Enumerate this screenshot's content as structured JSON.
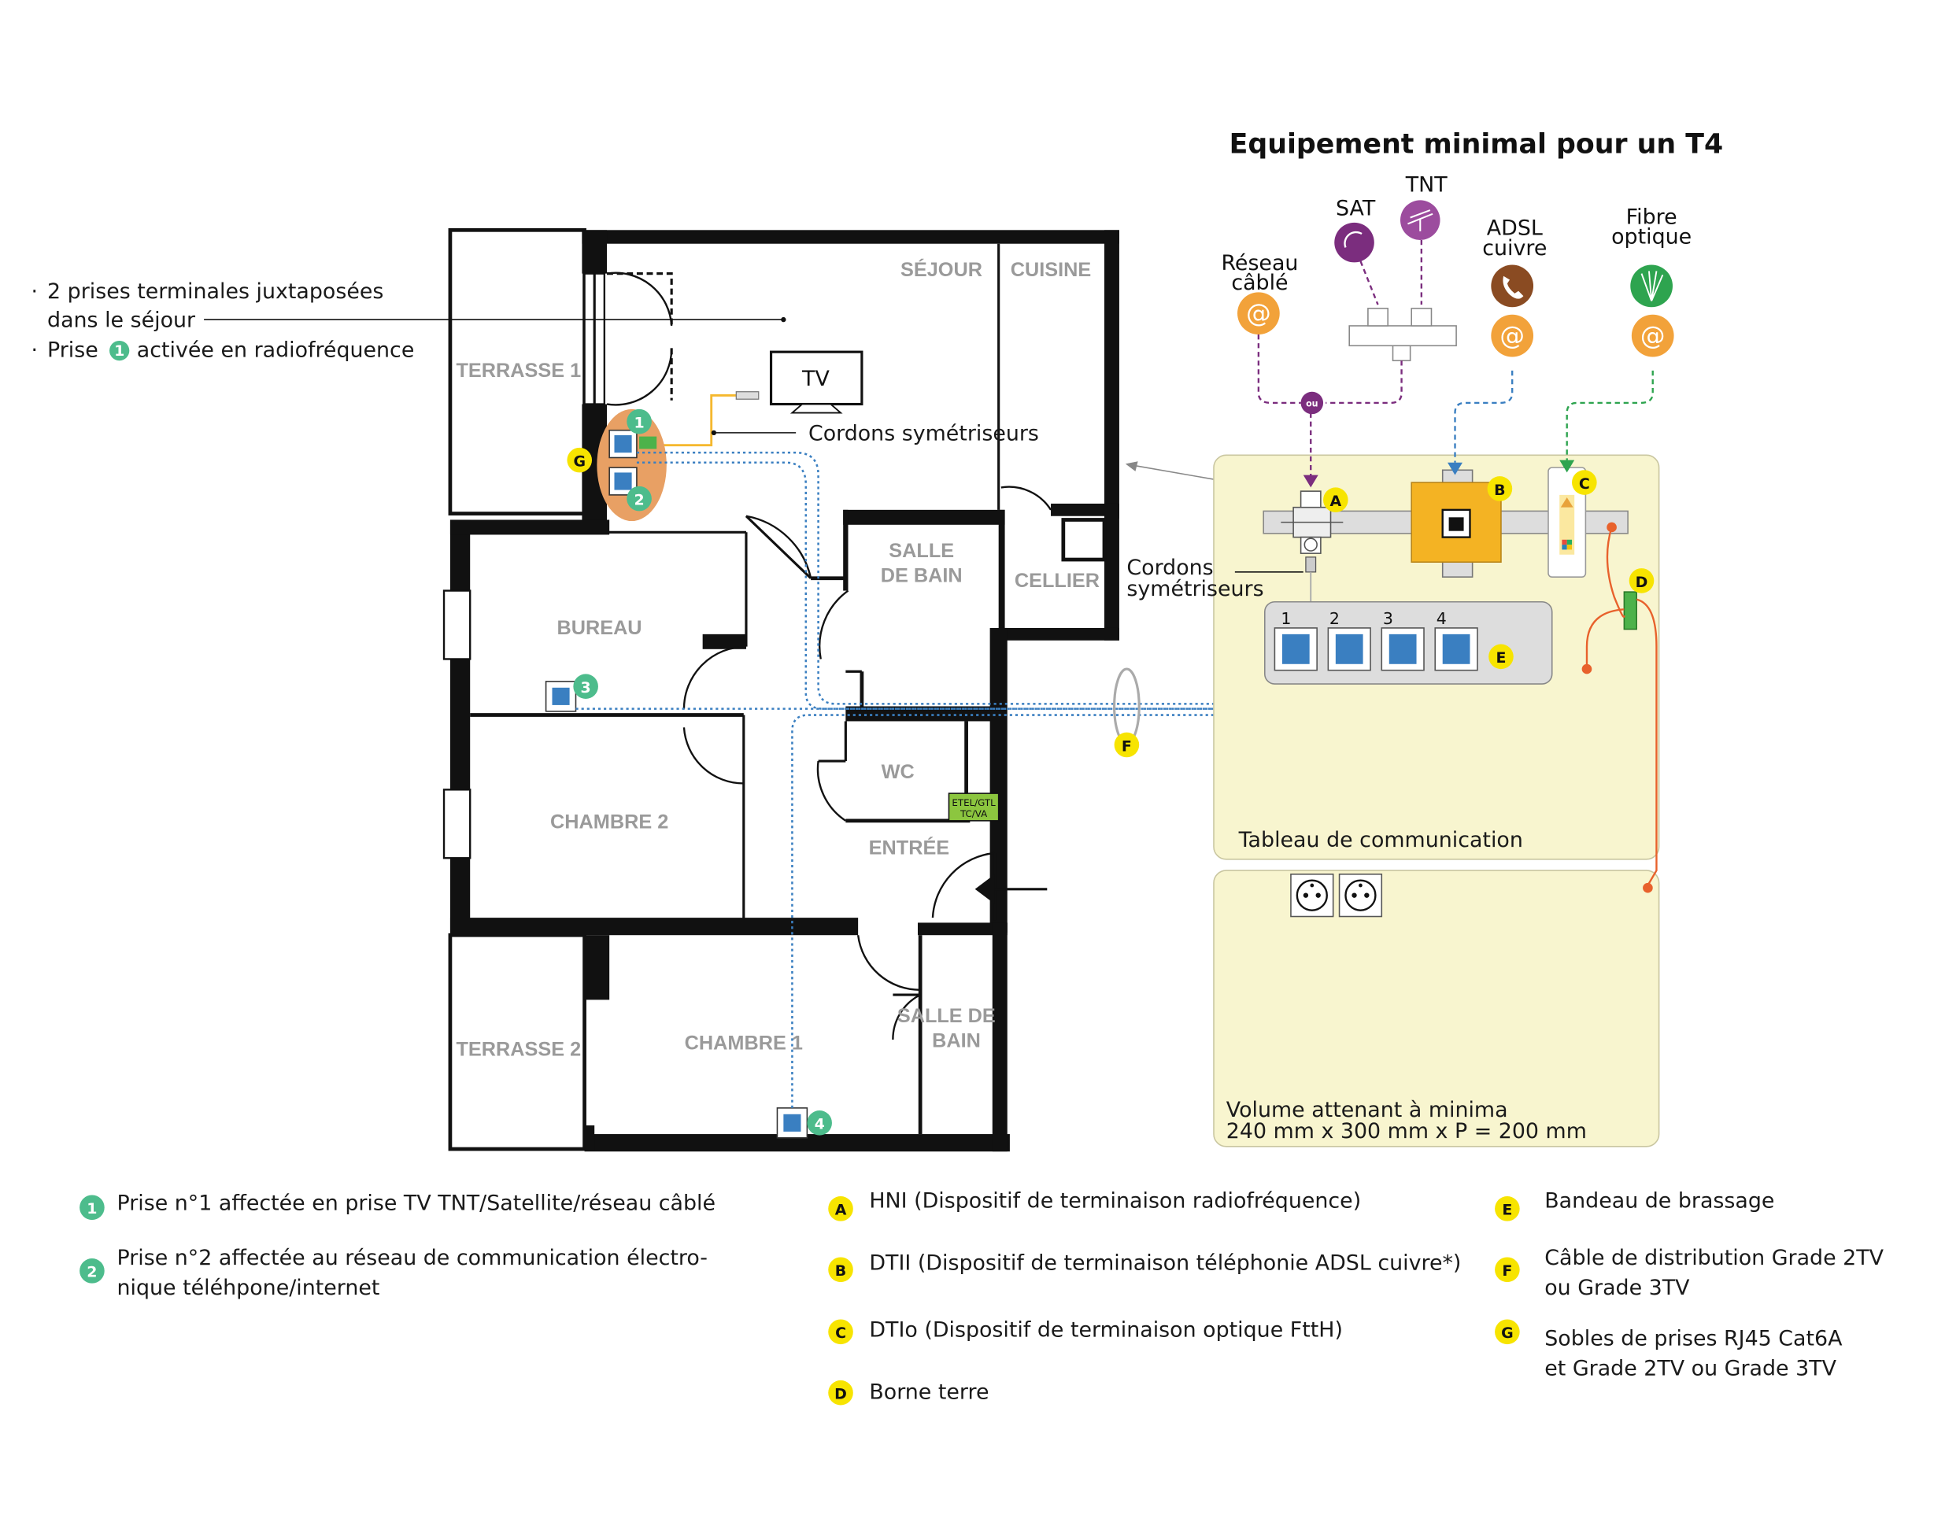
{
  "title": "Equipement minimal pour un T4",
  "rooms": {
    "sejour": "SÉJOUR",
    "cuisine": "CUISINE",
    "terrasse1": "TERRASSE 1",
    "salle_de_bain1_l1": "SALLE",
    "salle_de_bain1_l2": "DE BAIN",
    "cellier": "CELLIER",
    "bureau": "BUREAU",
    "chambre2": "CHAMBRE 2",
    "wc": "WC",
    "entree": "ENTRÉE",
    "terrasse2": "TERRASSE 2",
    "chambre1": "CHAMBRE 1",
    "salle_de_bain2_l1": "SALLE DE",
    "salle_de_bain2_l2": "BAIN",
    "etel_l1": "ETEL/GTL",
    "etel_l2": "TC/VA"
  },
  "notes": {
    "line1": "2 prises terminales juxtaposées",
    "line2": "dans le séjour",
    "line3_pre": "Prise",
    "line3_num": "1",
    "line3_post": "activée en radiofréquence"
  },
  "labels": {
    "tv": "TV",
    "cordons1": "Cordons symétriseurs",
    "cordons2_l1": "Cordons",
    "cordons2_l2": "symétriseurs",
    "tableau": "Tableau de communication",
    "volume_l1": "Volume attenant à minima",
    "volume_l2": "240 mm x 300 mm x P = 200 mm",
    "ou": "ou"
  },
  "sources": {
    "reseau_l1": "Réseau",
    "reseau_l2": "câblé",
    "sat": "SAT",
    "tnt": "TNT",
    "adsl_l1": "ADSL",
    "adsl_l2": "cuivre",
    "fibre_l1": "Fibre",
    "fibre_l2": "optique",
    "at": "@"
  },
  "ports": [
    "1",
    "2",
    "3",
    "4"
  ],
  "outlets": [
    "1",
    "2",
    "3",
    "4"
  ],
  "letters": {
    "A": "A",
    "B": "B",
    "C": "C",
    "D": "D",
    "E": "E",
    "F": "F",
    "G": "G"
  },
  "legend": {
    "left": [
      {
        "badge": "1",
        "l1": "Prise n°1 affectée en prise TV TNT/Satellite/réseau câblé",
        "l2": ""
      },
      {
        "badge": "2",
        "l1": "Prise n°2 affectée au réseau de communication électro-",
        "l2": "nique téléhpone/internet"
      }
    ],
    "middle": [
      {
        "badge": "A",
        "l1": "HNI (Dispositif de terminaison radiofréquence)"
      },
      {
        "badge": "B",
        "l1": "DTII (Dispositif de terminaison téléphonie ADSL cuivre*)"
      },
      {
        "badge": "C",
        "l1": "DTIo (Dispositif de terminaison optique FttH)"
      },
      {
        "badge": "D",
        "l1": "Borne terre"
      }
    ],
    "right": [
      {
        "badge": "E",
        "l1": "Bandeau de brassage",
        "l2": ""
      },
      {
        "badge": "F",
        "l1": "Câble de distribution Grade 2TV",
        "l2": "ou Grade 3TV"
      },
      {
        "badge": "G",
        "l1": "Sobles de prises RJ45 Cat6A",
        "l2": "et Grade 2TV ou Grade 3TV"
      }
    ]
  },
  "colors": {
    "wall": "#111111",
    "panel": "#f8f5cf",
    "orange_badge": "#f2a23a",
    "purple": "#7b2d7e",
    "brown": "#8a4b22",
    "green": "#2ea44f",
    "blue_cable": "#3a7fc1",
    "yellow_badge": "#f7e400",
    "teal_badge": "#4dbc8c",
    "orange_earth": "#e8612c"
  }
}
